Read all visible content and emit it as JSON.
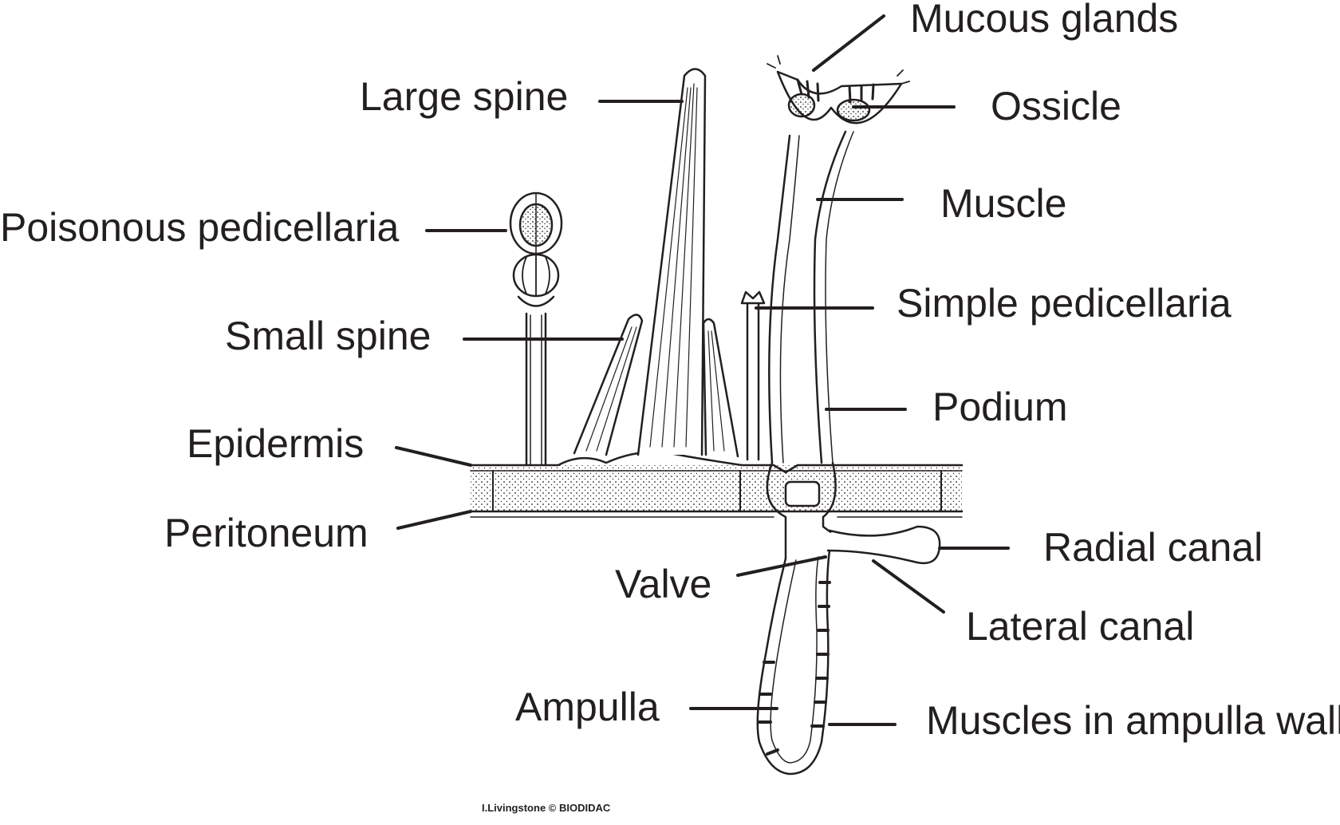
{
  "labels": {
    "mucous_glands": "Mucous glands",
    "large_spine": "Large spine",
    "ossicle": "Ossicle",
    "muscle": "Muscle",
    "poisonous_pedicellaria": "Poisonous pedicellaria",
    "simple_pedicellaria": "Simple pedicellaria",
    "small_spine": "Small spine",
    "podium": "Podium",
    "epidermis": "Epidermis",
    "peritoneum": "Peritoneum",
    "radial_canal": "Radial canal",
    "valve": "Valve",
    "lateral_canal": "Lateral canal",
    "ampulla": "Ampulla",
    "muscles_in_ampulla_wall": "Muscles in ampulla wall"
  },
  "credit": "I.Livingstone © BIODIDAC",
  "colors": {
    "ink": "#231f20",
    "background": "#ffffff"
  }
}
